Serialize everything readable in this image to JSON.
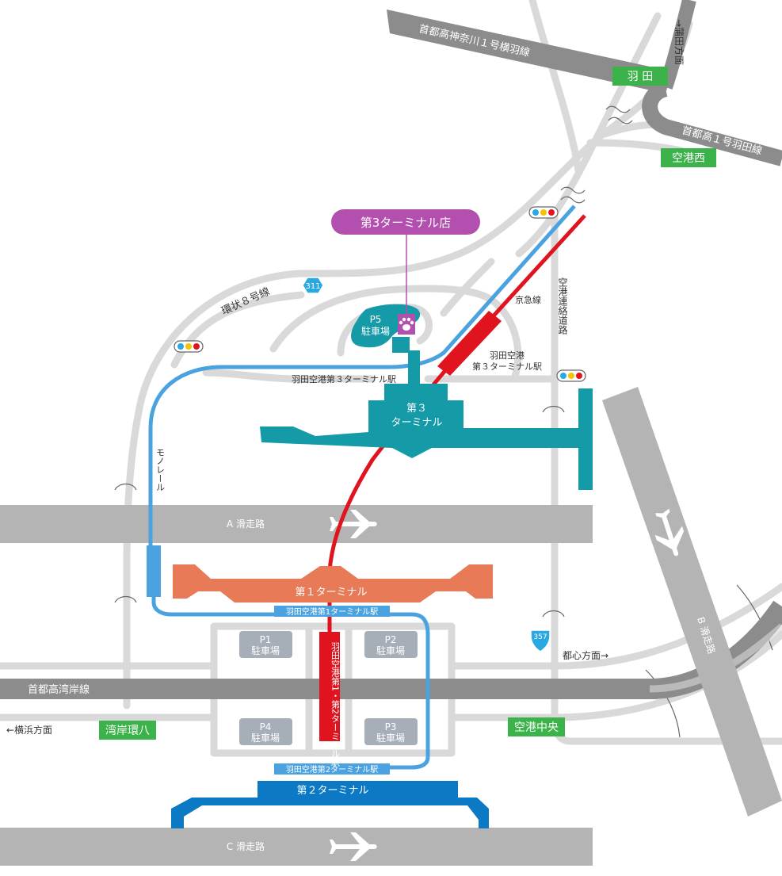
{
  "colors": {
    "road": "#d9d9d9",
    "expressway": "#8c8c8c",
    "runway": "#b4b4b4",
    "terminal3": "#159aa8",
    "terminal1": "#e87a57",
    "terminal2": "#0b79c4",
    "parking": "#a6aeb7",
    "monorail": "#4aa3e0",
    "keikyu": "#e0141e",
    "green_sign": "#3bb34a",
    "store_bubble": "#b34fae",
    "route_shield": "#2aa9e0"
  },
  "highways": {
    "yokohane": "首都高神奈川１号横羽線",
    "haneda_line": "首都高１号羽田線",
    "wangan": "首都高湾岸線",
    "kanpachi": "環状８号線",
    "airport_road": "空港連絡道路"
  },
  "direction_labels": {
    "kamata": "→蒲田方面",
    "tokyo": "都心方面→",
    "yokohama": "←横浜方面"
  },
  "exits": {
    "haneda": "羽 田",
    "kuko_nishi": "空港西",
    "wangan_kanpachi": "湾岸環八",
    "kuko_chuo": "空港中央"
  },
  "route_shields": {
    "r311": "311",
    "r357": "357"
  },
  "store": {
    "name": "第3ターミナル店",
    "icon": "paw-icon"
  },
  "parking": {
    "p5_line1": "P5",
    "p5_line2": "駐車場",
    "p1_line1": "P1",
    "p1_line2": "駐車場",
    "p2_line1": "P2",
    "p2_line2": "駐車場",
    "p3_line1": "P3",
    "p3_line2": "駐車場",
    "p4_line1": "P4",
    "p4_line2": "駐車場"
  },
  "terminals": {
    "t3_line1": "第３",
    "t3_line2": "ターミナル",
    "t1": "第１ターミナル",
    "t2": "第２ターミナル"
  },
  "runways": {
    "a": "A 滑走路",
    "b": "B 滑走路",
    "c": "C 滑走路"
  },
  "rail": {
    "keikyu_line": "京急線",
    "monorail": "モノレール",
    "keikyu_t3_line1": "羽田空港",
    "keikyu_t3_line2": "第３ターミナル駅",
    "monorail_t3": "羽田空港第３ターミナル駅",
    "monorail_t1": "羽田空港第1ターミナル駅",
    "monorail_t2": "羽田空港第2ターミナル駅",
    "keikyu_t12": "羽田空港第1・第2ターミナル駅"
  },
  "icons": {
    "traffic_light": "traffic-light-icon",
    "airplane": "airplane-icon",
    "paw": "paw-icon"
  }
}
